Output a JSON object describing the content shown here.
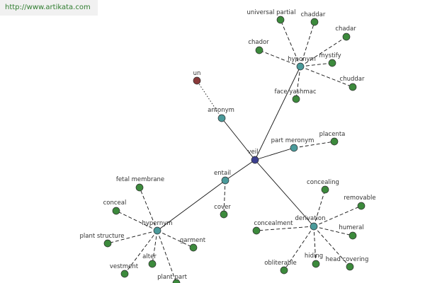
{
  "source_url": "http://www.artikata.com",
  "colors": {
    "root": "#3b3f8f",
    "relation": "#4a9a9a",
    "leaf": "#3c8a3c",
    "antonym_leaf": "#8a3a3a"
  },
  "nodes": [
    {
      "id": "veil",
      "label": "veil",
      "kind": "root"
    },
    {
      "id": "hyponym",
      "label": "hyponym",
      "kind": "relation"
    },
    {
      "id": "antonym",
      "label": "antonym",
      "kind": "relation"
    },
    {
      "id": "part_meronym",
      "label": "part meronym",
      "kind": "relation"
    },
    {
      "id": "entail",
      "label": "entail",
      "kind": "relation"
    },
    {
      "id": "hypernym",
      "label": "hypernym",
      "kind": "relation"
    },
    {
      "id": "derivation",
      "label": "derivation",
      "kind": "relation"
    },
    {
      "id": "universal_partial",
      "label": "universal partial",
      "kind": "leaf"
    },
    {
      "id": "chaddar",
      "label": "chaddar",
      "kind": "leaf"
    },
    {
      "id": "chadar",
      "label": "chadar",
      "kind": "leaf"
    },
    {
      "id": "chador",
      "label": "chador",
      "kind": "leaf"
    },
    {
      "id": "mystify",
      "label": "mystify",
      "kind": "leaf"
    },
    {
      "id": "chuddar",
      "label": "chuddar",
      "kind": "leaf"
    },
    {
      "id": "face_yashmac",
      "label": "face yashmac",
      "kind": "leaf"
    },
    {
      "id": "un",
      "label": "un",
      "kind": "antonym_leaf"
    },
    {
      "id": "placenta",
      "label": "placenta",
      "kind": "leaf"
    },
    {
      "id": "cover",
      "label": "cover",
      "kind": "leaf"
    },
    {
      "id": "fetal_membrane",
      "label": "fetal membrane",
      "kind": "leaf"
    },
    {
      "id": "conceal",
      "label": "conceal",
      "kind": "leaf"
    },
    {
      "id": "plant_structure",
      "label": "plant structure",
      "kind": "leaf"
    },
    {
      "id": "garment",
      "label": "garment",
      "kind": "leaf"
    },
    {
      "id": "vestment",
      "label": "vestment",
      "kind": "leaf"
    },
    {
      "id": "alter",
      "label": "alter",
      "kind": "leaf"
    },
    {
      "id": "plant_part",
      "label": "plant part",
      "kind": "leaf"
    },
    {
      "id": "concealing",
      "label": "concealing",
      "kind": "leaf"
    },
    {
      "id": "removable",
      "label": "removable",
      "kind": "leaf"
    },
    {
      "id": "concealment",
      "label": "concealment",
      "kind": "leaf"
    },
    {
      "id": "humeral",
      "label": "humeral",
      "kind": "leaf"
    },
    {
      "id": "obliterable",
      "label": "obliterable",
      "kind": "leaf"
    },
    {
      "id": "hiding",
      "label": "hiding",
      "kind": "leaf"
    },
    {
      "id": "head_covering",
      "label": "head covering",
      "kind": "leaf"
    }
  ],
  "edges": [
    {
      "from": "veil",
      "to": "hyponym",
      "style": "solid"
    },
    {
      "from": "veil",
      "to": "antonym",
      "style": "solid"
    },
    {
      "from": "veil",
      "to": "part_meronym",
      "style": "solid"
    },
    {
      "from": "veil",
      "to": "entail",
      "style": "solid"
    },
    {
      "from": "veil",
      "to": "derivation",
      "style": "solid"
    },
    {
      "from": "entail",
      "to": "hypernym",
      "style": "solid"
    },
    {
      "from": "antonym",
      "to": "un",
      "style": "dotted"
    },
    {
      "from": "hyponym",
      "to": "universal_partial",
      "style": "dashed"
    },
    {
      "from": "hyponym",
      "to": "chaddar",
      "style": "dashed"
    },
    {
      "from": "hyponym",
      "to": "chadar",
      "style": "dashed"
    },
    {
      "from": "hyponym",
      "to": "chador",
      "style": "dashed"
    },
    {
      "from": "hyponym",
      "to": "mystify",
      "style": "dashed"
    },
    {
      "from": "hyponym",
      "to": "chuddar",
      "style": "dashed"
    },
    {
      "from": "hyponym",
      "to": "face_yashmac",
      "style": "dashed"
    },
    {
      "from": "part_meronym",
      "to": "placenta",
      "style": "dashed"
    },
    {
      "from": "entail",
      "to": "cover",
      "style": "dashed"
    },
    {
      "from": "hypernym",
      "to": "fetal_membrane",
      "style": "dashed"
    },
    {
      "from": "hypernym",
      "to": "conceal",
      "style": "dashed"
    },
    {
      "from": "hypernym",
      "to": "plant_structure",
      "style": "dashed"
    },
    {
      "from": "hypernym",
      "to": "garment",
      "style": "dashed"
    },
    {
      "from": "hypernym",
      "to": "vestment",
      "style": "dashed"
    },
    {
      "from": "hypernym",
      "to": "alter",
      "style": "dashed"
    },
    {
      "from": "hypernym",
      "to": "plant_part",
      "style": "dashed"
    },
    {
      "from": "derivation",
      "to": "concealing",
      "style": "dashed"
    },
    {
      "from": "derivation",
      "to": "removable",
      "style": "dashed"
    },
    {
      "from": "derivation",
      "to": "concealment",
      "style": "dashed"
    },
    {
      "from": "derivation",
      "to": "humeral",
      "style": "dashed"
    },
    {
      "from": "derivation",
      "to": "obliterable",
      "style": "dashed"
    },
    {
      "from": "derivation",
      "to": "hiding",
      "style": "dashed"
    },
    {
      "from": "derivation",
      "to": "head_covering",
      "style": "dashed"
    }
  ]
}
